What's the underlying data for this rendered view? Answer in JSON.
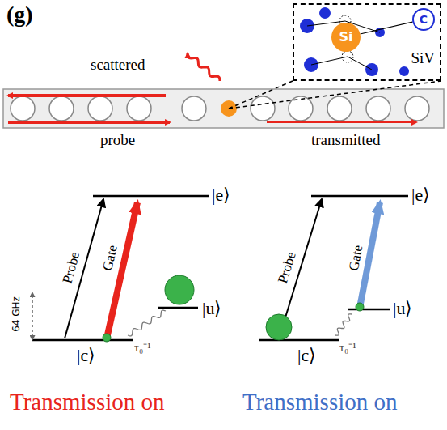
{
  "diagram": {
    "nodes": [
      {
        "text": [
          "SiV"
        ]
      },
      {
        "text": [
          "Si"
        ],
        "in": 0
      },
      {
        "text": [
          "C"
        ],
        "in": 0
      }
    ],
    "edges": [
      {
        "from": 1,
        "to": 2,
        "arrow": "none"
      }
    ],
    "labels": [
      "(g)",
      "scattered",
      "probe",
      "transmitted",
      "|e⟩",
      "Probe",
      "Gate",
      "64 GHz",
      "|u⟩",
      "τ₀⁻¹",
      "|c⟩",
      "|e⟩",
      "Probe",
      "Gate",
      "|u⟩",
      "τ₀⁻¹",
      "|c⟩",
      "Transmission on",
      "Transmission on"
    ]
  }
}
